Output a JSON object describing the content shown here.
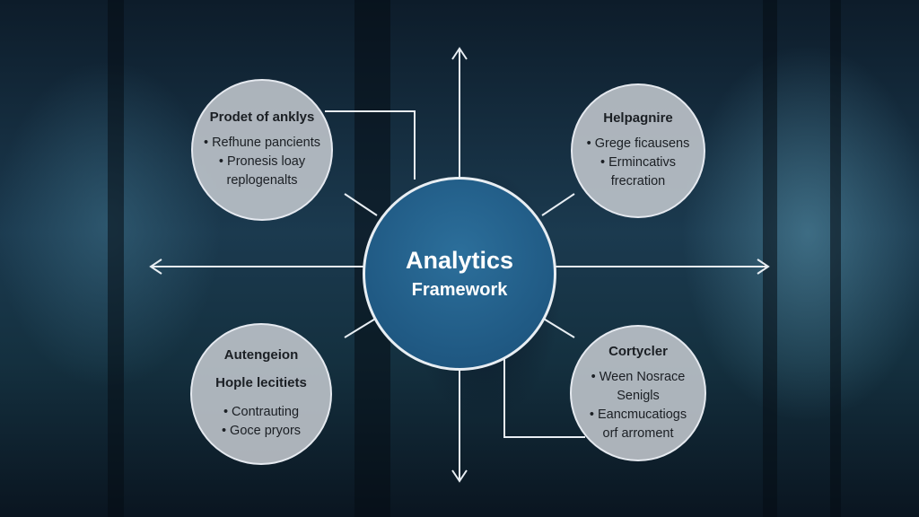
{
  "center": {
    "line1": "Analytics",
    "line2": "Framework"
  },
  "nodes": {
    "top_left": {
      "title": "Prodet of anklys",
      "bullets": [
        "• Refhune pancients",
        "• Pronesis loay",
        "replogenalts"
      ]
    },
    "top_right": {
      "title": "Helpagnire",
      "bullets": [
        "• Grege ficausens",
        "• Ermincativs",
        "frecration"
      ]
    },
    "bottom_left": {
      "title": "Autengeion",
      "subtitle": "Hople lecitiets",
      "bullets": [
        "• Contrauting",
        "• Goce pryors"
      ]
    },
    "bottom_right": {
      "title": "Cortycler",
      "bullets": [
        "• Ween Nosrace",
        "Senigls",
        "• Eancmucatiogs",
        "orf arroment"
      ]
    }
  },
  "colors": {
    "center_fill": "#1f5a85",
    "line": "#e8eef3"
  }
}
